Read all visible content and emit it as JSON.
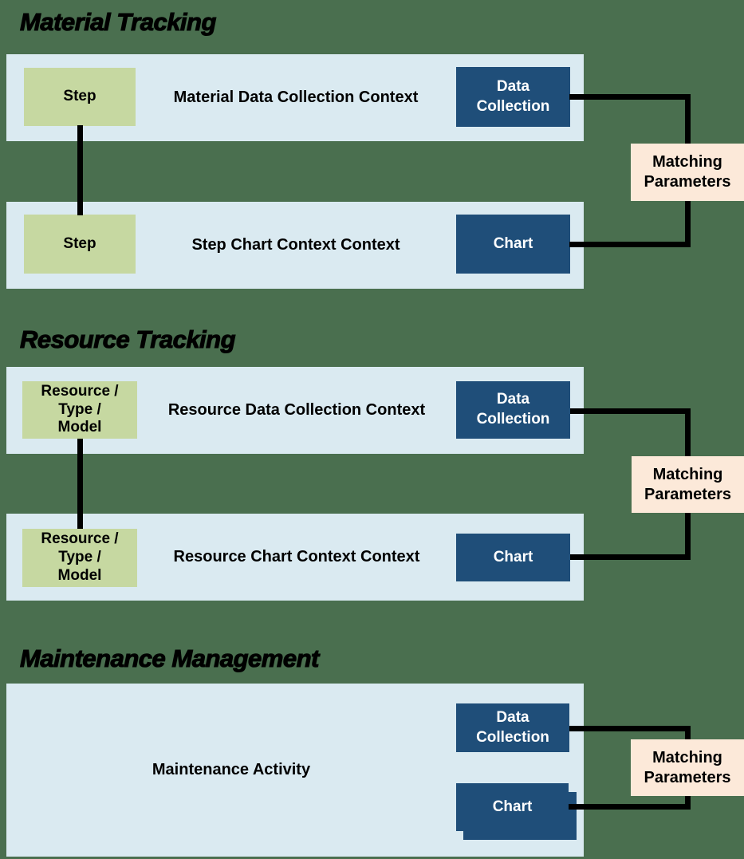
{
  "diagram": {
    "colors": {
      "background": "#4a6f4f",
      "band": "#daeaf1",
      "entity_green": "#c6d8a1",
      "artifact_blue": "#1f4e79",
      "matching_peach": "#fce9d9",
      "connector_line": "#000000",
      "text_dark": "#000000",
      "text_light": "#ffffff"
    },
    "sections": [
      {
        "title": "Material Tracking",
        "rows": [
          {
            "entity": "Step",
            "context": "Material Data Collection Context",
            "artifact": "Data\nCollection"
          },
          {
            "entity": "Step",
            "context": "Step Chart Context Context",
            "artifact": "Chart"
          }
        ],
        "matching": "Matching\nParameters"
      },
      {
        "title": "Resource Tracking",
        "rows": [
          {
            "entity": "Resource /\nType /\nModel",
            "context": "Resource Data Collection Context",
            "artifact": "Data\nCollection"
          },
          {
            "entity": "Resource /\nType /\nModel",
            "context": "Resource Chart Context Context",
            "artifact": "Chart"
          }
        ],
        "matching": "Matching\nParameters"
      },
      {
        "title": "Maintenance Management",
        "context": "Maintenance Activity",
        "artifacts": [
          {
            "label": "Data\nCollection"
          },
          {
            "label": "Chart"
          }
        ],
        "matching": "Matching\nParameters"
      }
    ]
  }
}
